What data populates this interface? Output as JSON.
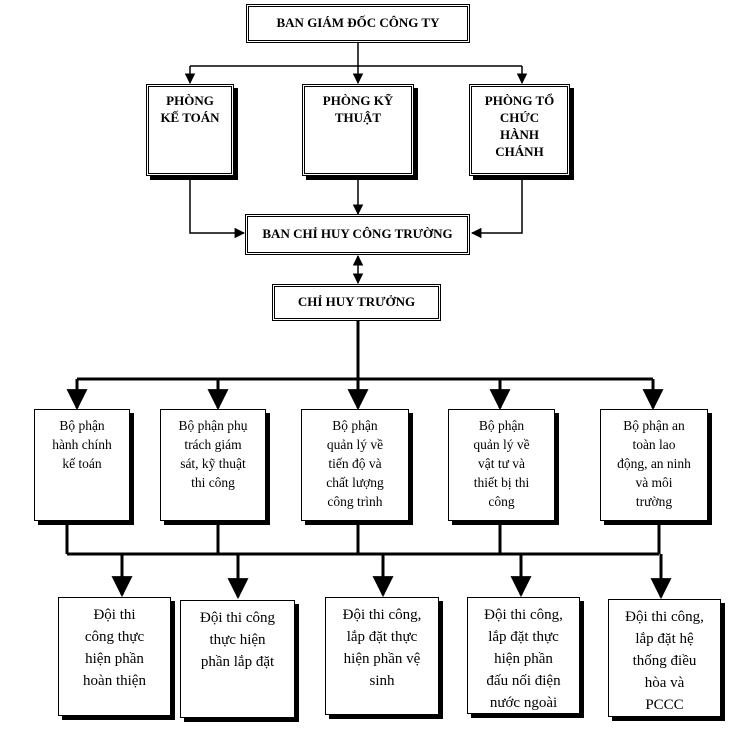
{
  "top": "BAN GIÁM ĐỐC CÔNG TY",
  "departments": [
    "PHÒNG\nKẾ TOÁN",
    "PHÒNG KỸ\nTHUẬT",
    "PHÒNG TỔ\nCHỨC\nHÀNH\nCHÁNH"
  ],
  "command_board": "BAN CHỈ  HUY CÔNG TRƯỜNG",
  "site_chief": "CHỈ HUY TRƯỞNG",
  "sections": [
    "Bộ phận\nhành chính\nkế toán",
    "Bộ phận phụ\ntrách giám\nsát, kỹ thuật\nthi công",
    "Bộ phận\nquản lý về\ntiến độ và\nchất lượng\ncông trình",
    "Bộ phận\nquản lý về\nvật tư và\nthiết bị thi\ncông",
    "Bộ phận an\ntoàn lao\nđộng, an ninh\nvà môi\ntrường"
  ],
  "teams": [
    "Đội thi\ncông thực\nhiện phần\nhoàn thiện",
    "Đội thi công\nthực hiện\nphần lắp đặt",
    "Đội thi công,\nlắp đặt thực\nhiện phần vệ\nsinh",
    "Đội thi công,\nlắp đặt thực\nhiện phần\nđấu nối điện\nnước ngoài",
    "Đội thi công,\nlắp đặt hệ\nthống điều\nhòa và\nPCCC"
  ]
}
